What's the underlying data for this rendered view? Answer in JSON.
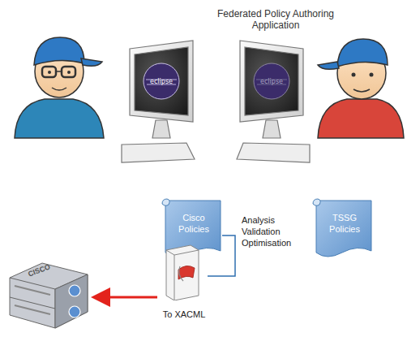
{
  "diagram": {
    "title": "Federated Policy Authoring Application",
    "nodes": [
      {
        "text": [
          "Cisco Policies"
        ]
      },
      {
        "text": [
          "TSSG Policies"
        ]
      },
      {
        "text": [
          "To XACML"
        ]
      },
      {
        "text": [
          "CISCO"
        ]
      }
    ],
    "edges": [
      {
        "from": 0,
        "to": 2,
        "arrow": "none",
        "label": "Analysis Validation Optimisation"
      },
      {
        "from": 2,
        "to": 3,
        "arrow": "to"
      }
    ],
    "labels": [
      "eclipse",
      "eclipse"
    ]
  }
}
